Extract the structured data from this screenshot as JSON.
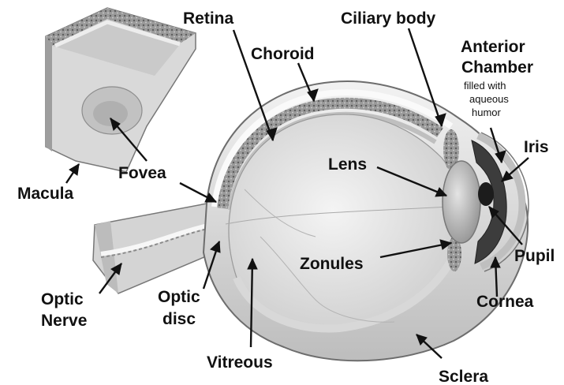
{
  "labels": {
    "retina": "Retina",
    "ciliary_body": "Ciliary body",
    "choroid": "Choroid",
    "anterior_chamber": "Anterior",
    "anterior_chamber_2": "Chamber",
    "anterior_note_1": "filled with",
    "anterior_note_2": "aqueous",
    "anterior_note_3": "humor",
    "iris": "Iris",
    "lens": "Lens",
    "fovea": "Fovea",
    "macula": "Macula",
    "pupil": "Pupil",
    "zonules": "Zonules",
    "optic_nerve_1": "Optic",
    "optic_nerve_2": "Nerve",
    "optic_disc_1": "Optic",
    "optic_disc_2": "disc",
    "cornea": "Cornea",
    "vitreous": "Vitreous",
    "sclera": "Sclera"
  },
  "colors": {
    "label_text": "#111111",
    "sclera_fill": "#e6e6e6",
    "choroid_fill": "#8c8c8c",
    "retina_fill": "#c8c8c8",
    "vitreous_fill": "#dcdcdc",
    "iris_fill": "#4a4a4a",
    "lens_fill": "#bdbdbd"
  }
}
